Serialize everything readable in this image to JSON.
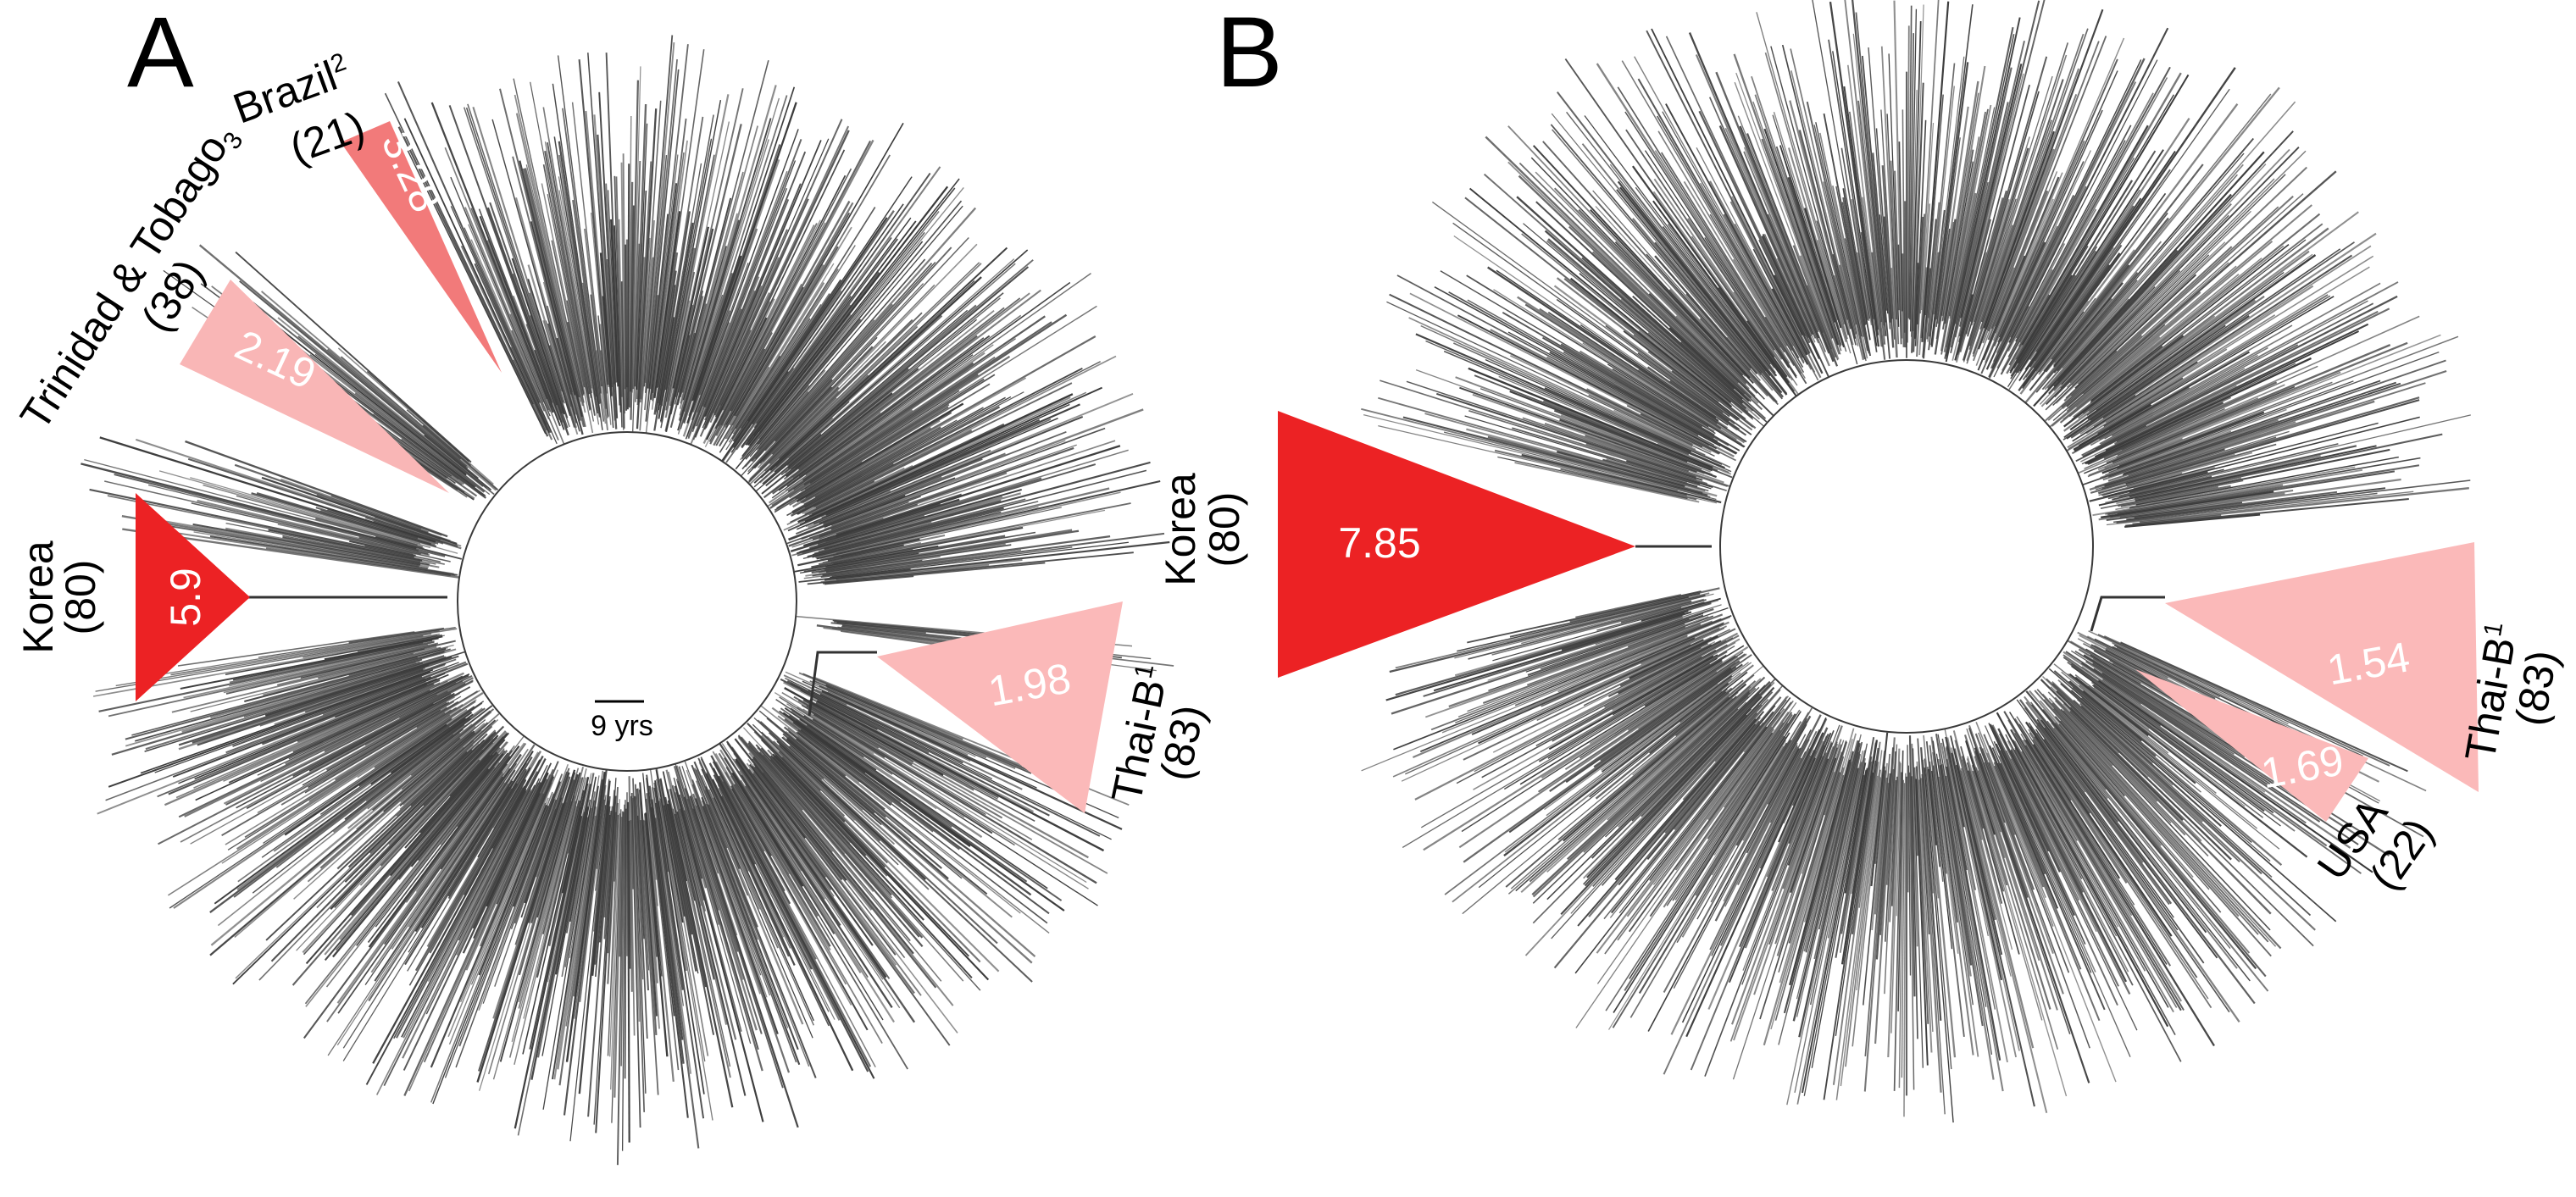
{
  "figure": {
    "panels": [
      {
        "letter": "A",
        "scale_bar_label": "9 yrs",
        "clades": [
          {
            "name": "Brazil",
            "sup": "2",
            "count": "(21)",
            "value": "3.28",
            "color": "#f27a7a",
            "text_color": "#ffffff"
          },
          {
            "name": "Trinidad & Tobago",
            "sup": "3",
            "count": "(38)",
            "value": "2.19",
            "color": "#f9b6b6",
            "text_color": "#ffffff"
          },
          {
            "name": "Korea",
            "sup": "",
            "count": "(80)",
            "value": "5.9",
            "color": "#ec2224",
            "text_color": "#ffffff"
          },
          {
            "name": "Thai-B",
            "sup": "1",
            "count": "(83)",
            "value": "1.98",
            "color": "#fbb9b9",
            "text_color": "#ffffff"
          }
        ]
      },
      {
        "letter": "B",
        "clades": [
          {
            "name": "Korea",
            "sup": "",
            "count": "(80)",
            "value": "7.85",
            "color": "#ec2224",
            "text_color": "#ffffff"
          },
          {
            "name": "Thai-B",
            "sup": "1",
            "count": "(83)",
            "value": "1.54",
            "color": "#fbb9b9",
            "text_color": "#ffffff"
          },
          {
            "name": "USA",
            "sup": "",
            "count": "(22)",
            "value": "1.69",
            "color": "#fbb9b9",
            "text_color": "#ffffff"
          }
        ]
      }
    ],
    "colors": {
      "branch": "#3a3a3a",
      "branch_dark": "#1a1a1a",
      "background": "#ffffff"
    }
  }
}
